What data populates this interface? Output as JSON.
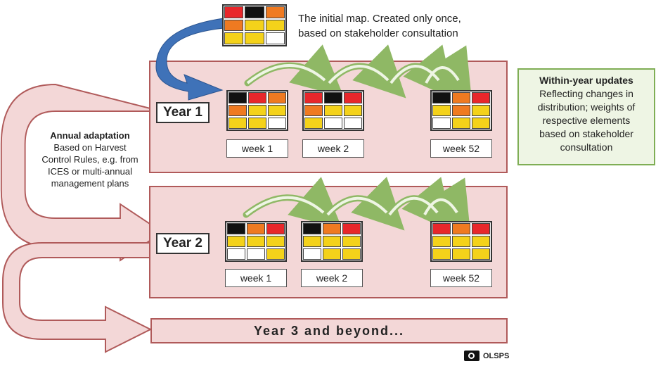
{
  "initial_map": {
    "caption_line1": "The initial map. Created only once,",
    "caption_line2": "based on stakeholder consultation",
    "cells": [
      "#e8272b",
      "#111111",
      "#ef7a21",
      "#ef7a21",
      "#f4d21a",
      "#f4d21a",
      "#f4d21a",
      "#f4d21a",
      "#ffffff"
    ]
  },
  "year1": {
    "label": "Year 1",
    "weeks": [
      {
        "label": "week 1",
        "cells": [
          "#111111",
          "#e8272b",
          "#ef7a21",
          "#ef7a21",
          "#f4d21a",
          "#f4d21a",
          "#f4d21a",
          "#f4d21a",
          "#ffffff"
        ]
      },
      {
        "label": "week 2",
        "cells": [
          "#e8272b",
          "#111111",
          "#e8272b",
          "#ef7a21",
          "#f4d21a",
          "#f4d21a",
          "#f4d21a",
          "#ffffff",
          "#ffffff"
        ]
      },
      {
        "label": "week 52",
        "cells": [
          "#111111",
          "#ef7a21",
          "#e8272b",
          "#f4d21a",
          "#ef7a21",
          "#f4d21a",
          "#ffffff",
          "#f4d21a",
          "#f4d21a"
        ]
      }
    ]
  },
  "year2": {
    "label": "Year 2",
    "weeks": [
      {
        "label": "week 1",
        "cells": [
          "#111111",
          "#ef7a21",
          "#e8272b",
          "#f4d21a",
          "#f4d21a",
          "#f4d21a",
          "#ffffff",
          "#ffffff",
          "#f4d21a"
        ]
      },
      {
        "label": "week 2",
        "cells": [
          "#111111",
          "#ef7a21",
          "#e8272b",
          "#f4d21a",
          "#f4d21a",
          "#f4d21a",
          "#ffffff",
          "#f4d21a",
          "#f4d21a"
        ]
      },
      {
        "label": "week 52",
        "cells": [
          "#e8272b",
          "#ef7a21",
          "#e8272b",
          "#f4d21a",
          "#f4d21a",
          "#f4d21a",
          "#f4d21a",
          "#f4d21a",
          "#f4d21a"
        ]
      }
    ]
  },
  "annual": {
    "title": "Annual adaptation",
    "lines": [
      "Based on Harvest",
      "Control Rules, e.g. from",
      "ICES or multi-annual",
      "management plans"
    ]
  },
  "within_year": {
    "title": "Within-year updates",
    "lines": [
      "Reflecting changes in",
      "distribution; weights of",
      "respective elements",
      "based on stakeholder",
      "consultation"
    ]
  },
  "year3": {
    "label": "Year 3 and beyond..."
  },
  "watermark": {
    "text": "OLSPS"
  },
  "colors": {
    "panel_fill": "#f3d7d7",
    "panel_border": "#b05a5a",
    "green_arrow": "#8fb865",
    "blue_arrow": "#3f72b8",
    "red": "#e8272b",
    "orange": "#ef7a21",
    "yellow": "#f4d21a",
    "black": "#111111",
    "white": "#ffffff"
  }
}
